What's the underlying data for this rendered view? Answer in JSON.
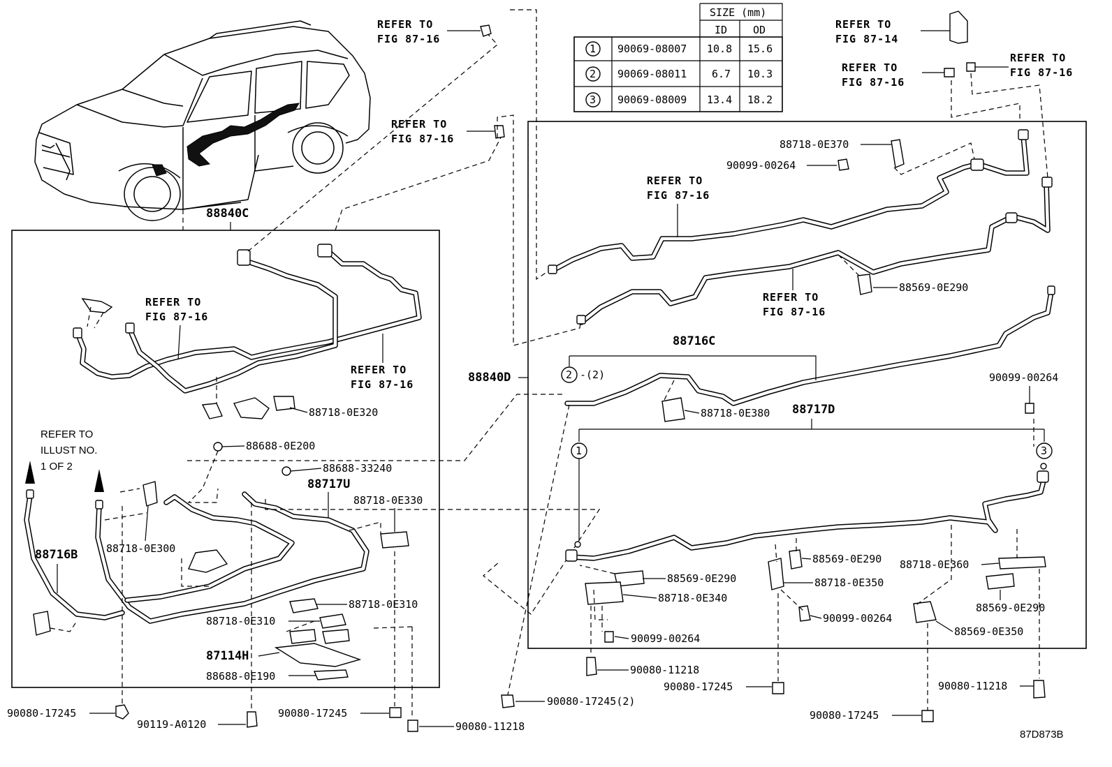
{
  "labels": {
    "p88840C": "88840C",
    "p88840D": "88840D",
    "p88716B": "88716B",
    "p88717U": "88717U",
    "p88716C": "88716C",
    "p88717D": "88717D",
    "p87114H": "87114H",
    "p88718_0E320": "88718-0E320",
    "p88688_0E200": "88688-0E200",
    "p88688_33240": "88688-33240",
    "p88718_0E330": "88718-0E330",
    "p88718_0E300": "88718-0E300",
    "p88718_0E310_a": "88718-0E310",
    "p88718_0E310_b": "88718-0E310",
    "p88688_0E190": "88688-0E190",
    "p90080_17245_a": "90080-17245",
    "p90119_A0120": "90119-A0120",
    "p90080_17245_b": "90080-17245",
    "p90080_11218_a": "90080-11218",
    "p88718_0E370": "88718-0E370",
    "p90099_00264_a": "90099-00264",
    "p88569_0E290_a": "88569-0E290",
    "p90099_00264_b": "90099-00264",
    "p88718_0E380": "88718-0E380",
    "p88569_0E290_b": "88569-0E290",
    "p88718_0E360": "88718-0E360",
    "p88569_0E290_c": "88569-0E290",
    "p88718_0E350": "88718-0E350",
    "p88718_0E340": "88718-0E340",
    "p90099_00264_c": "90099-00264",
    "p88569_0E290_d": "88569-0E290",
    "p88569_0E350": "88569-0E350",
    "p90099_00264_d": "90099-00264",
    "p90080_11218_b": "90080-11218",
    "p90080_17245_c": "90080-17245",
    "p90080_11218_c": "90080-11218",
    "p90080_17245_d": "90080-17245(2)",
    "p90080_17245_e": "90080-17245",
    "callout2": "-(2)",
    "circle1": "1",
    "circle2": "2",
    "circle3": "3",
    "illust_code": "87D873B"
  },
  "refs": {
    "refer_to": "REFER TO",
    "fig_87_16": "FIG 87-16",
    "fig_87_14": "FIG 87-14",
    "illust_refer": "REFER TO",
    "illust_no": "ILLUST NO.",
    "illust_page": "1 OF 2"
  },
  "size_table": {
    "header": "SIZE (mm)",
    "col_id": "ID",
    "col_od": "OD",
    "rows": [
      {
        "mark": "1",
        "part": "90069-08007",
        "id": "10.8",
        "od": "15.6"
      },
      {
        "mark": "2",
        "part": "90069-08011",
        "id": "6.7",
        "od": "10.3"
      },
      {
        "mark": "3",
        "part": "90069-08009",
        "id": "13.4",
        "od": "18.2"
      }
    ]
  }
}
